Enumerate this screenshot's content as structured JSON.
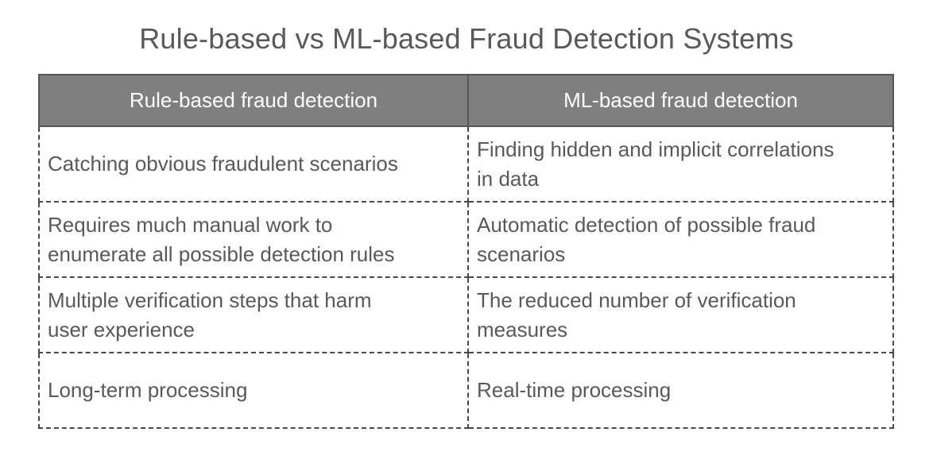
{
  "title": "Rule-based vs ML-based Fraud Detection Systems",
  "table": {
    "headers": [
      "Rule-based fraud detection",
      "ML-based fraud detection"
    ],
    "rows": [
      [
        "Catching obvious fraudulent scenarios",
        "Finding hidden and implicit correlations\nin data"
      ],
      [
        "Requires much manual work to\nenumerate all possible detection rules",
        "Automatic detection of possible fraud\nscenarios"
      ],
      [
        "Multiple verification steps that harm\nuser experience",
        "The reduced number of verification\nmeasures"
      ],
      [
        "Long-term processing",
        "Real-time processing"
      ]
    ]
  },
  "colors": {
    "page_bg": "#ffffff",
    "title_text": "#595959",
    "header_bg": "#7f7f7f",
    "header_text": "#ffffff",
    "header_border": "#565656",
    "body_text": "#595959",
    "dash_border": "#4a4a4a"
  }
}
